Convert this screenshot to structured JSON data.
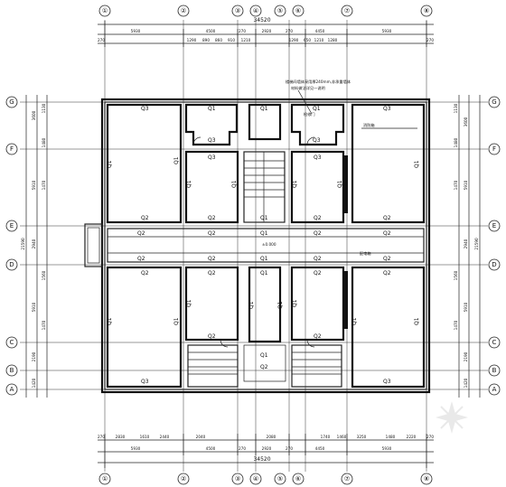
{
  "grid": {
    "columns": [
      "①",
      "②",
      "③",
      "④",
      "⑤",
      "⑥",
      "⑦",
      "⑧"
    ],
    "rows": [
      "G",
      "F",
      "E",
      "D",
      "C",
      "B",
      "A"
    ]
  },
  "dimensions": {
    "top_overall": "34520",
    "top_primary": [
      "5930",
      "4500",
      "270",
      "2920",
      "270",
      "4450",
      "5930"
    ],
    "top_secondary": [
      "270",
      "1290",
      "890",
      "860",
      "910",
      "1210",
      "1290",
      "650",
      "1210",
      "1280",
      "270"
    ],
    "bottom_overall": "34520",
    "bottom_primary": [
      "5930",
      "4500",
      "270",
      "2920",
      "270",
      "4450",
      "5930"
    ],
    "bottom_secondary": [
      "270",
      "2830",
      "1610",
      "2440",
      "2040",
      "2080",
      "1740",
      "1460",
      "3250",
      "1480",
      "2220",
      "270"
    ],
    "left": [
      "1130",
      "3600",
      "1480",
      "5910",
      "1470",
      "2940",
      "1560",
      "5910",
      "1470",
      "2190",
      "1420"
    ],
    "left_overall": "21590",
    "right": [
      "1130",
      "3600",
      "1480",
      "5910",
      "1470",
      "2940",
      "1560",
      "5910",
      "1470",
      "2190",
      "1420"
    ],
    "right_overall": "21590"
  },
  "room_labels": {
    "q1": "Q1",
    "q2": "Q2",
    "q3": "Q3"
  },
  "elevation": "±0.000",
  "note_lines": [
    "楼梯间墙体采用厚240mm,非承重墙体",
    "材料做法详见一说明"
  ],
  "small_notes": [
    "检修门",
    "消防箱",
    "配电箱"
  ]
}
